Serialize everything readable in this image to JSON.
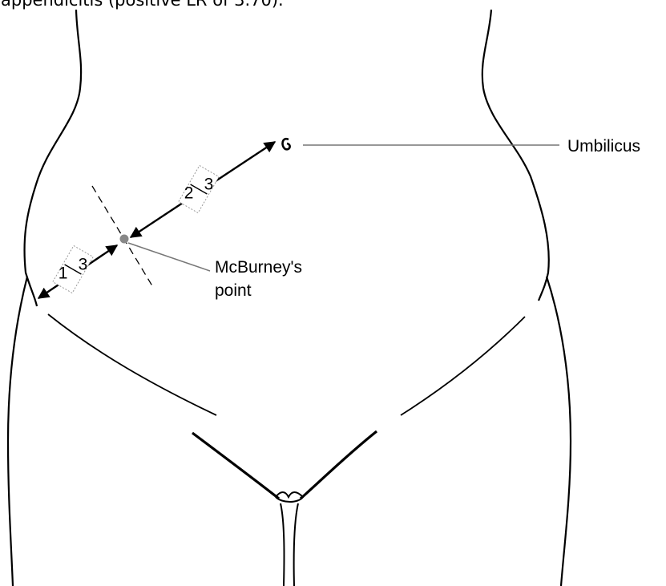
{
  "caption": "appendicitis (positive LR of 3.70).",
  "labels": {
    "umbilicus": "Umbilicus",
    "mcburney_line1": "McBurney's",
    "mcburney_line2": "point"
  },
  "fractions": {
    "upper": {
      "numerator": "2",
      "denominator": "3"
    },
    "lower": {
      "numerator": "1",
      "denominator": "3"
    }
  },
  "colors": {
    "outline": "#000000",
    "leader": "#777777",
    "point": "#888888"
  }
}
